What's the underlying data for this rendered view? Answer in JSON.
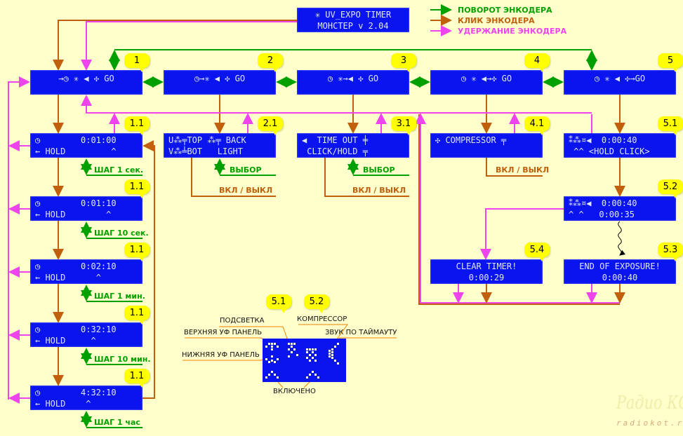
{
  "legend": {
    "rotate": "ПОВОРОТ ЭНКОДЕРА",
    "click": "КЛИК ЭНКОДЕРА",
    "hold": "УДЕРЖАНИЕ ЭНКОДЕРА",
    "colors": {
      "rotate": "#00a000",
      "click": "#c0600c",
      "hold": "#ee44ee"
    }
  },
  "screens": [
    {
      "id": "title",
      "bubble": "",
      "lines": [
        "✳ UV_EXPO TIMER",
        "МОНСТЕР v 2.04"
      ]
    },
    {
      "id": "s1",
      "bubble": "1",
      "lines": [
        "→◷ ✳ ◀ ✣ GO"
      ]
    },
    {
      "id": "s2",
      "bubble": "2",
      "lines": [
        "◷→✳ ◀ ✣ GO"
      ]
    },
    {
      "id": "s3",
      "bubble": "3",
      "lines": [
        "◷ ✳→◀ ✣ GO"
      ]
    },
    {
      "id": "s4",
      "bubble": "4",
      "lines": [
        "◷ ✳ ◀→✣ GO"
      ]
    },
    {
      "id": "s5",
      "bubble": "5",
      "lines": [
        "◷ ✳ ◀ ✣→GO"
      ]
    },
    {
      "id": "s11a",
      "bubble": "1.1",
      "lines": [
        "◷        0:01:00",
        "← HOLD         ^"
      ]
    },
    {
      "id": "s21",
      "bubble": "2.1",
      "lines": [
        "U⁂╤TOP ⁂╤ BACK",
        "V⁂╧BOT   LIGHT"
      ]
    },
    {
      "id": "s31",
      "bubble": "3.1",
      "lines": [
        "◀  TIME OUT ╪",
        " CLICK/HOLD ╤"
      ]
    },
    {
      "id": "s41",
      "bubble": "4.1",
      "lines": [
        "✣ COMPRESSOR ╤",
        ""
      ]
    },
    {
      "id": "s51",
      "bubble": "5.1",
      "lines": [
        "⁑⁂¤◀  0:00:40",
        " ^^ <HOLD CLICK>"
      ]
    },
    {
      "id": "s11b",
      "bubble": "1.1",
      "lines": [
        "◷        0:01:10",
        "← HOLD        ^"
      ]
    },
    {
      "id": "s52",
      "bubble": "5.2",
      "lines": [
        "⁑⁂¤◀  0:00:40",
        "^ ^   0:00:35"
      ]
    },
    {
      "id": "s11c",
      "bubble": "1.1",
      "lines": [
        "◷        0:02:10",
        "← HOLD      ^"
      ]
    },
    {
      "id": "s54",
      "bubble": "5.4",
      "lines": [
        "CLEAR TIMER!",
        "0:00:29"
      ]
    },
    {
      "id": "s53",
      "bubble": "5.3",
      "lines": [
        "END OF EXPOSURE!",
        "0:00:40"
      ]
    },
    {
      "id": "s11d",
      "bubble": "1.1",
      "lines": [
        "◷        0:32:10",
        "← HOLD     ^"
      ]
    },
    {
      "id": "s11e",
      "bubble": "1.1",
      "lines": [
        "◷        4:32:10",
        "← HOLD    ^"
      ]
    }
  ],
  "annotations": {
    "step_1s": "ШАГ 1 сек.",
    "step_10s": "ШАГ 10 сек.",
    "step_1m": "ШАГ 1 мин.",
    "step_10m": "ШАГ 10 мин.",
    "step_1h": "ШАГ 1 час",
    "select_2": "ВЫБОР",
    "toggle_2": "ВКЛ / ВЫКЛ",
    "select_3": "ВЫБОР",
    "toggle_3": "ВКЛ / ВЫКЛ",
    "toggle_4": "ВКЛ / ВЫКЛ"
  },
  "icon_legend": {
    "bubble_a": "5.1",
    "bubble_b": "5.2",
    "backlight": "ПОДСВЕТКА",
    "upper_uv": "ВЕРХНЯЯ УФ ПАНЕЛЬ",
    "lower_uv": "НИЖНЯЯ УФ ПАНЕЛЬ",
    "compressor": "КОМПРЕССОР",
    "timeout_sound": "ЗВУК ПО ТАЙМАУТУ",
    "enabled": "ВКЛЮЧЕНО"
  },
  "watermark": {
    "logo": "Радио КОТ",
    "site": "radiokot.ru"
  }
}
